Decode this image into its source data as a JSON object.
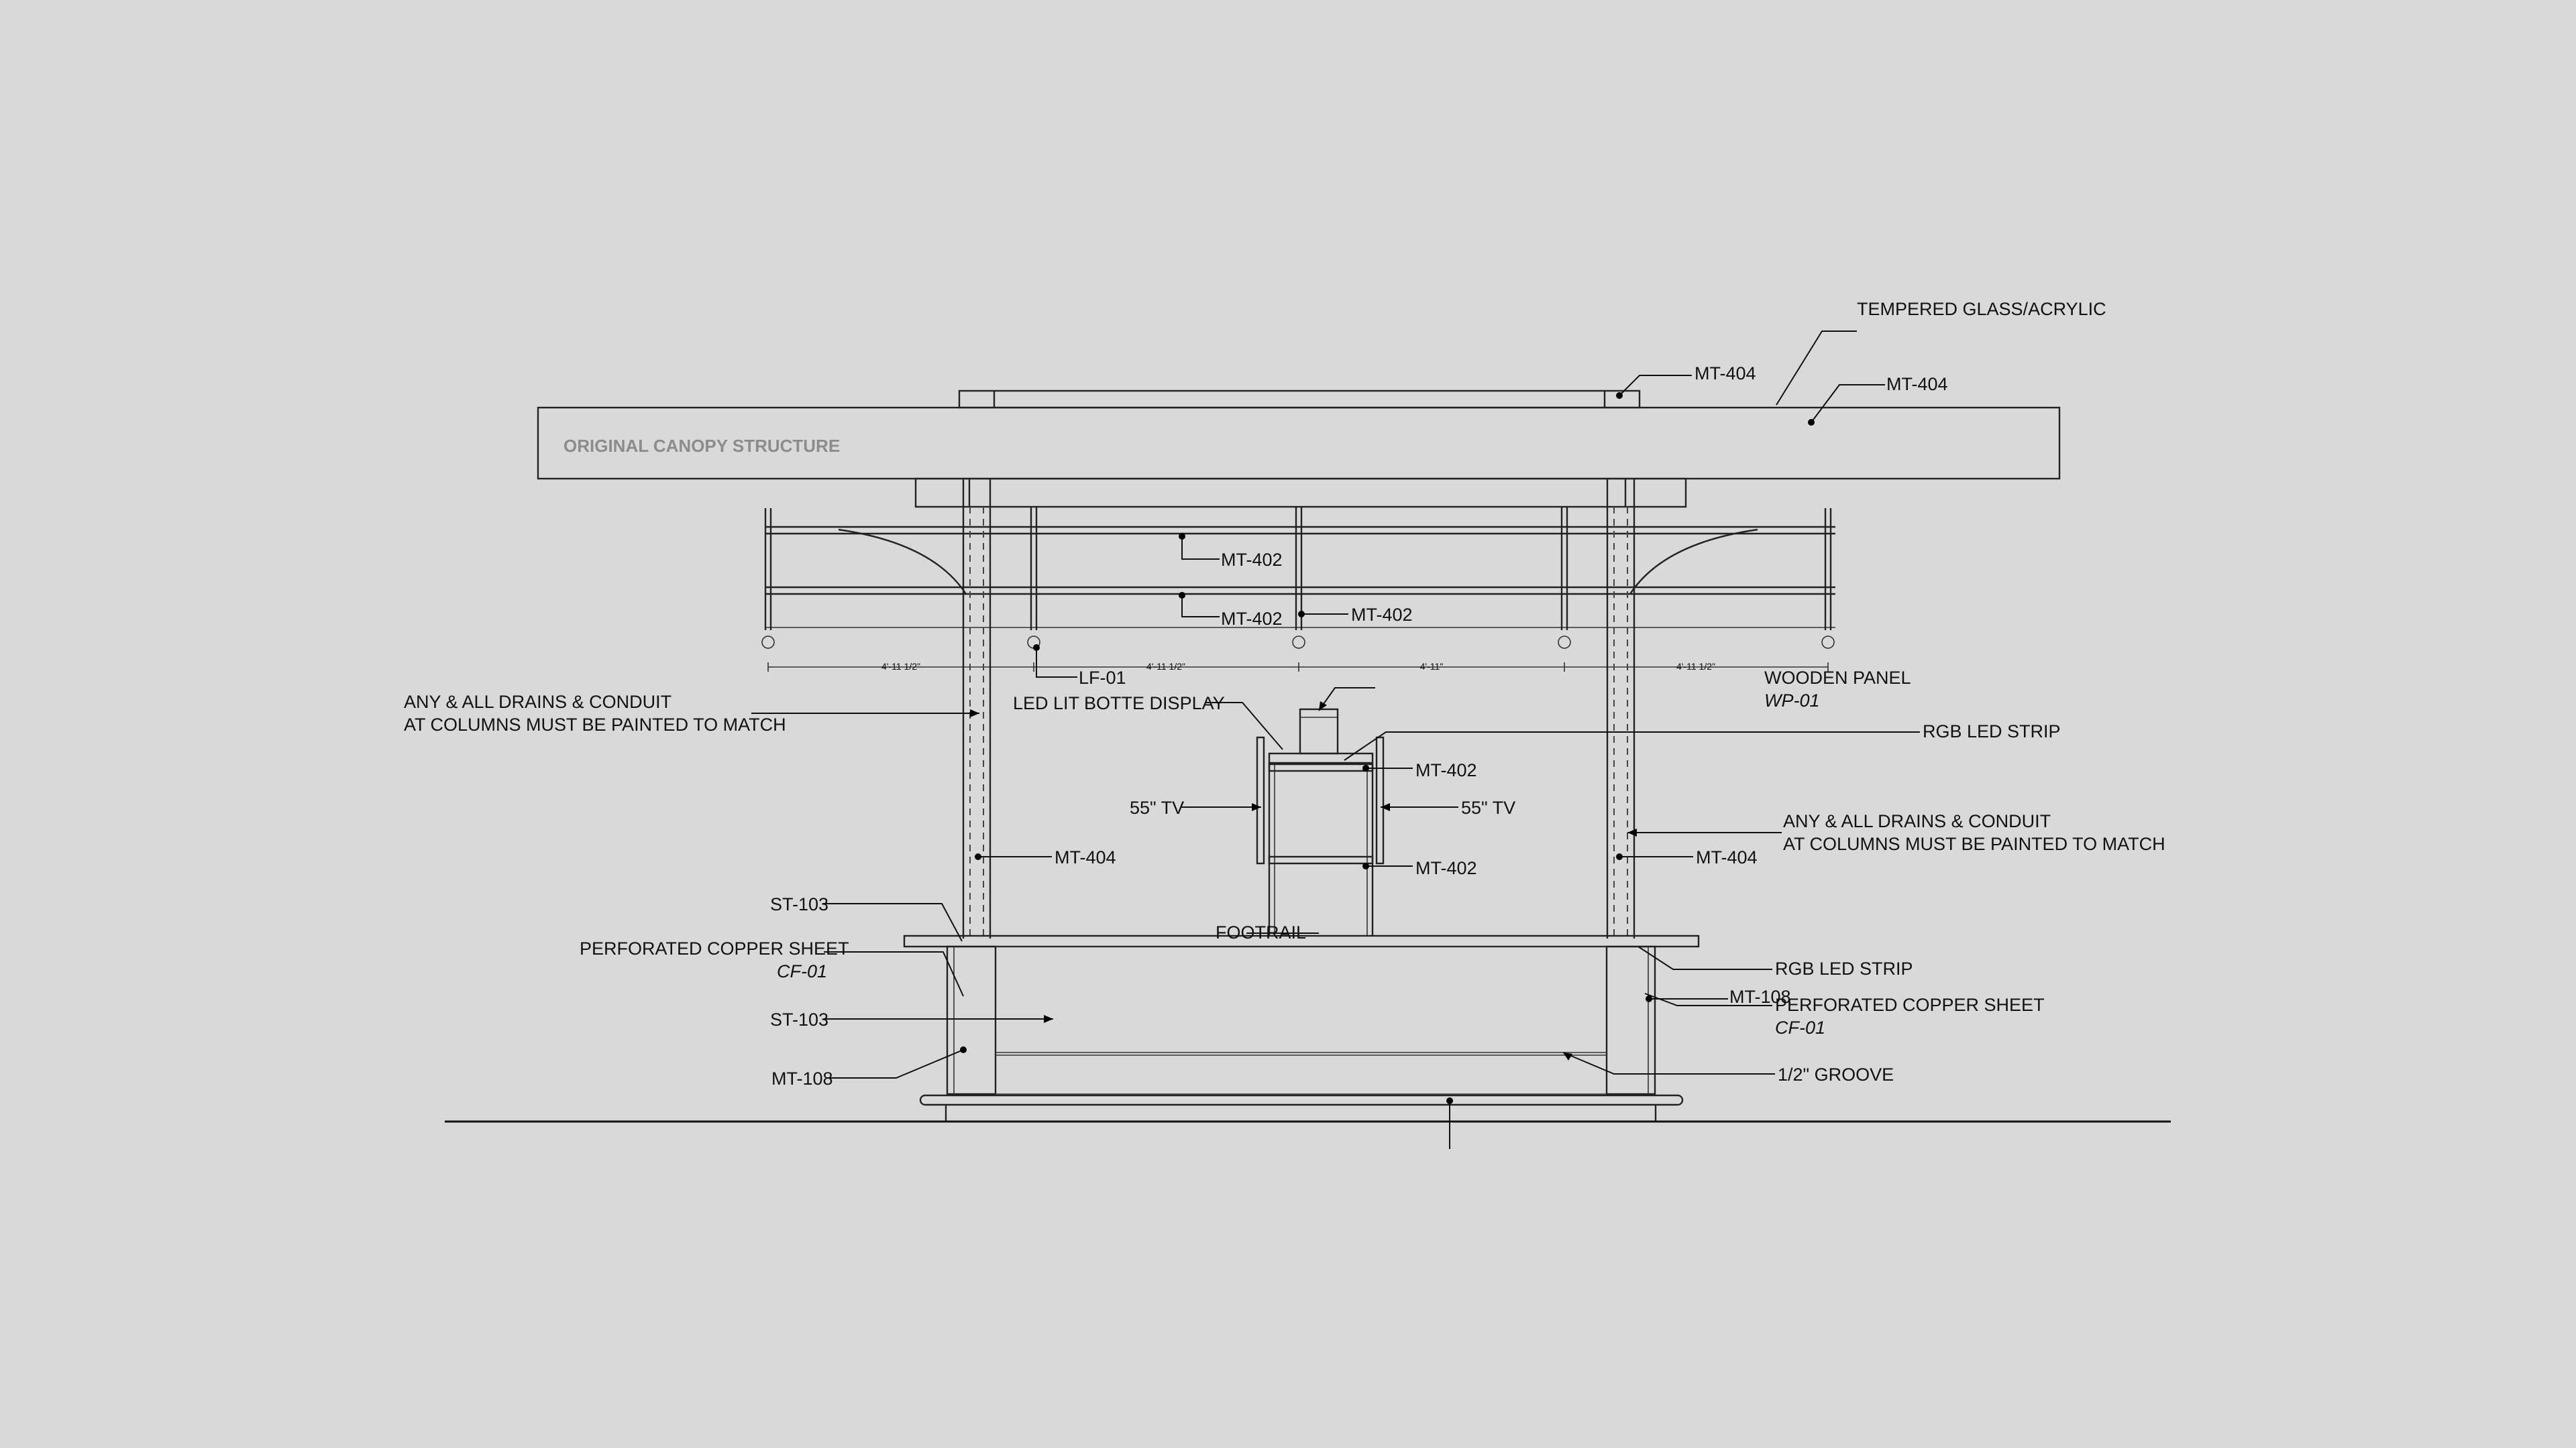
{
  "drawing": {
    "canopy_label": "ORIGINAL CANOPY STRUCTURE",
    "tempered_glass": "TEMPERED GLASS/ACRYLIC",
    "mt404_top": "MT-404",
    "mt404_canopy": "MT-404",
    "mt402_upper": "MT-402",
    "mt402_lower": "MT-402",
    "mt402_center": "MT-402",
    "lf01": "LF-01",
    "dims": [
      "4'-11 1/2\"",
      "4'-11 1/2\"",
      "4'-11\"",
      "4'-11 1/2\""
    ],
    "drains_left_1": "ANY & ALL DRAINS & CONDUIT",
    "drains_left_2": "AT COLUMNS MUST BE PAINTED TO MATCH",
    "drains_right_1": "ANY & ALL DRAINS & CONDUIT",
    "drains_right_2": "AT COLUMNS MUST BE PAINTED TO MATCH",
    "led_display": "LED LIT BOTTE DISPLAY",
    "wooden_panel": "WOODEN PANEL",
    "wp01": "WP-01",
    "rgb_strip_top": "RGB LED STRIP",
    "mt402_shelf_top": "MT-402",
    "mt402_shelf_bottom": "MT-402",
    "tv_left": "55\" TV",
    "tv_right": "55\" TV",
    "mt404_col_left": "MT-404",
    "mt404_col_right": "MT-404",
    "st103_top": "ST-103",
    "footrail": "FOOTRAIL",
    "perf_left_1": "PERFORATED COPPER SHEET",
    "cf01_left": "CF-01",
    "st103_bottom": "ST-103",
    "mt108_left": "MT-108",
    "rgb_strip_bottom": "RGB LED STRIP",
    "mt108_right": "MT-108",
    "perf_right_1": "PERFORATED COPPER SHEET",
    "cf01_right": "CF-01",
    "groove": "1/2\" GROOVE"
  }
}
